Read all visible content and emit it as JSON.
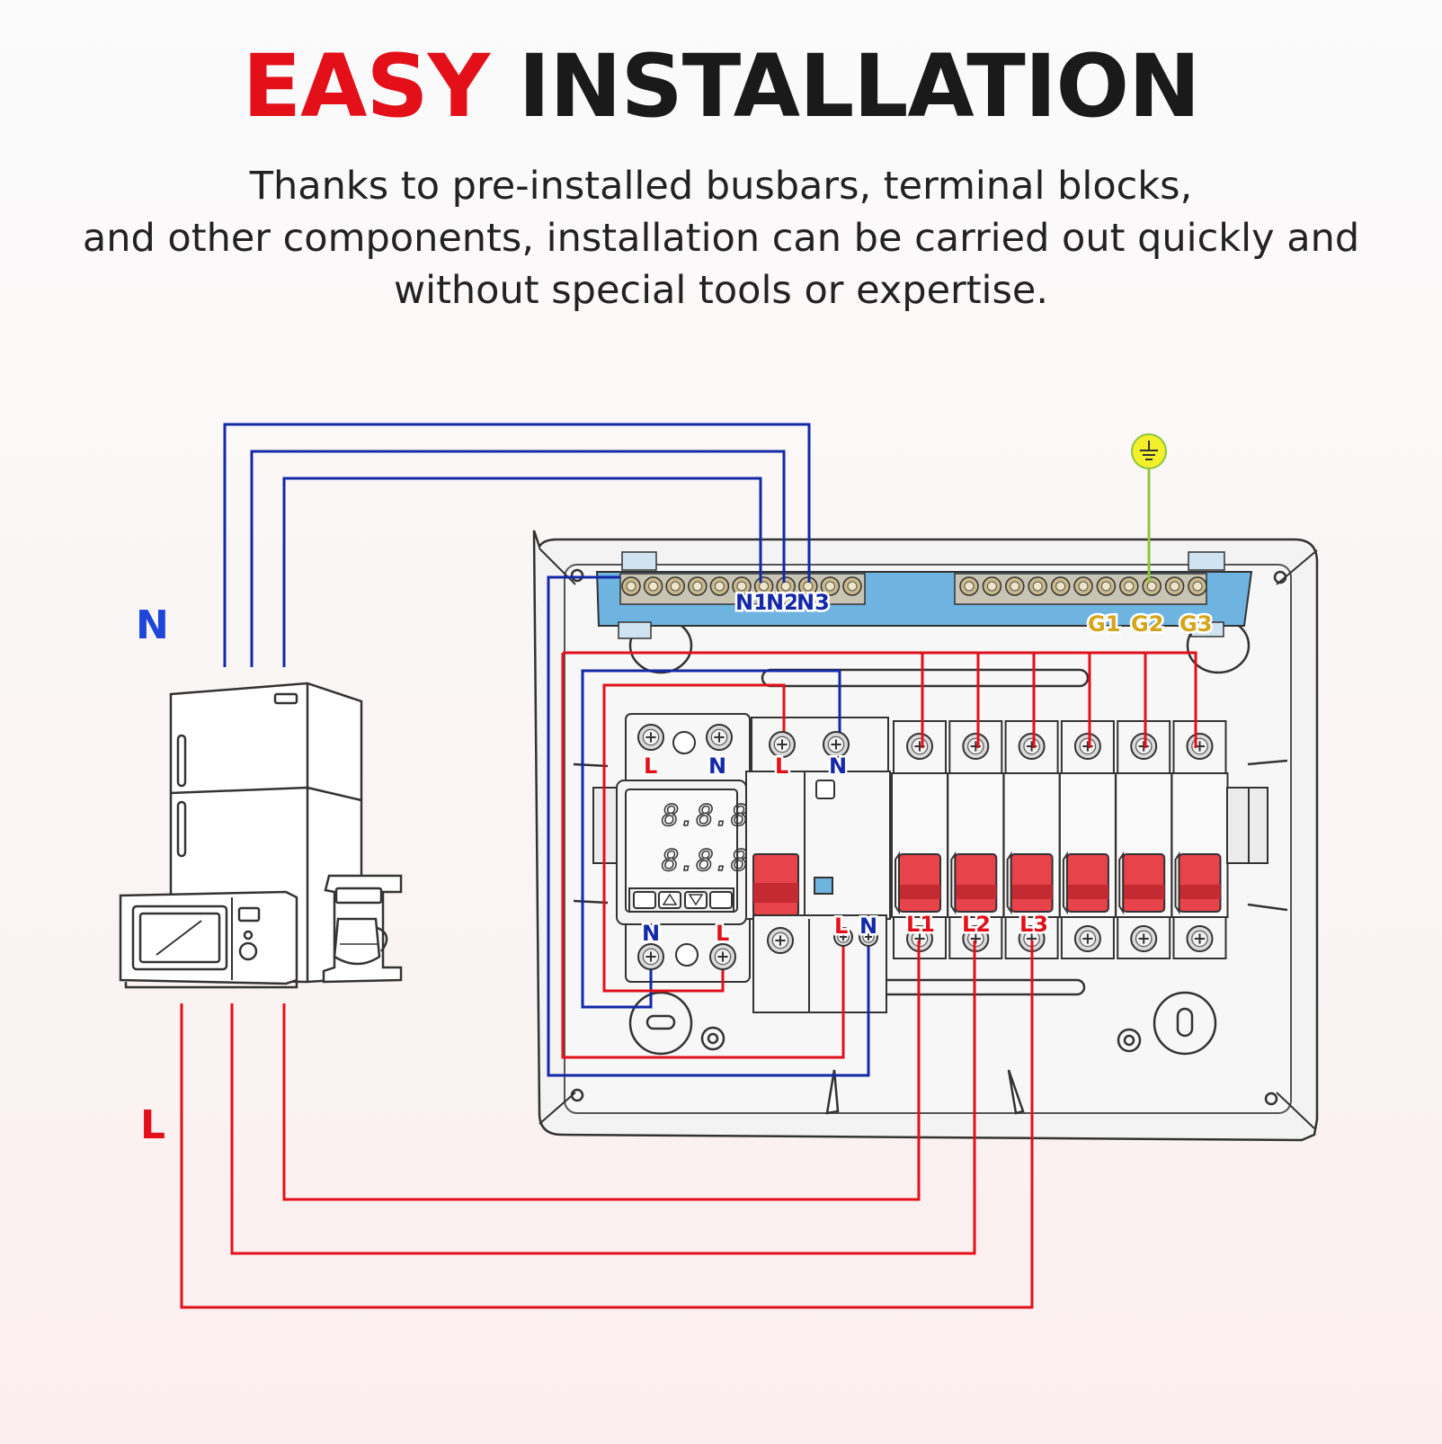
{
  "heading": {
    "accent": "EASY",
    "rest": "INSTALLATION"
  },
  "subtitle": [
    "Thanks to pre-installed busbars, terminal blocks,",
    "and other components, installation can be carried out quickly and",
    "without special tools or expertise."
  ],
  "side_labels": {
    "neutral": "N",
    "live": "L"
  },
  "neutral_terminals": [
    "N1",
    "N2",
    "N3"
  ],
  "ground_terminals": [
    "G1",
    "G2",
    "G3"
  ],
  "meter_top": {
    "live": "L",
    "neutral": "N"
  },
  "meter_bottom": {
    "neutral": "N",
    "live": "L"
  },
  "rcd_top": {
    "live": "L",
    "neutral": "N"
  },
  "rcd_bottom": {
    "live": "L",
    "neutral": "N"
  },
  "breaker_outputs": [
    "L1",
    "L2",
    "L3"
  ],
  "meter_display": [
    "8.8.8",
    "8.8.8"
  ],
  "colors": {
    "neutral_wire": "#1428a8",
    "live_wire": "#e3101a",
    "ground_wire": "#8cc63f",
    "busbar": "#6fb3e0",
    "breaker_handle": "#e8424a"
  }
}
